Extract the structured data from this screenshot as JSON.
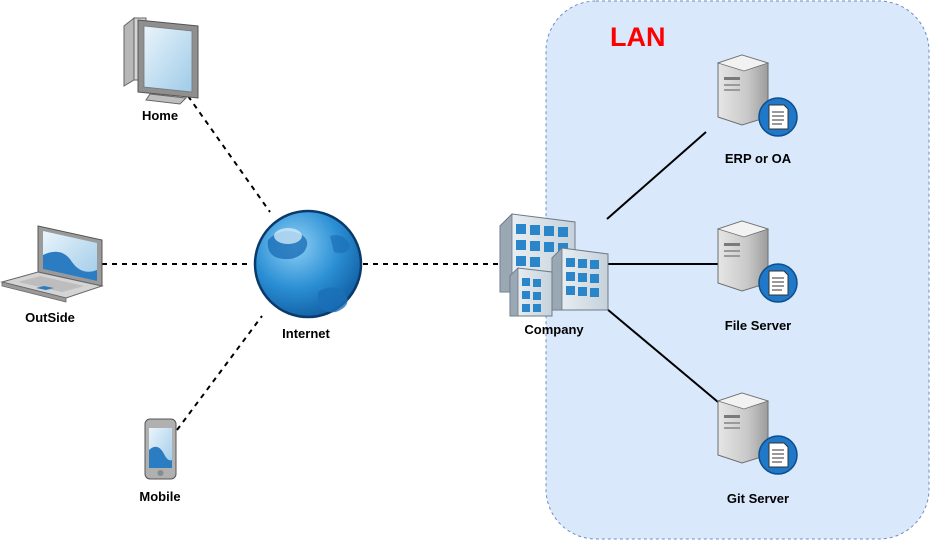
{
  "lan": {
    "title": "LAN",
    "fill_color": "#dae8fc",
    "border_color": "#6c8ebf"
  },
  "nodes": {
    "home": "Home",
    "outside": "OutSide",
    "mobile": "Mobile",
    "internet": "Internet",
    "company": "Company",
    "erp": "ERP or OA",
    "file_server": "File Server",
    "git_server": "Git Server"
  },
  "icons": {
    "home": "desktop-computer-icon",
    "outside": "laptop-icon",
    "mobile": "smartphone-icon",
    "internet": "globe-icon",
    "company": "office-buildings-icon",
    "servers": "server-tower-icon"
  }
}
